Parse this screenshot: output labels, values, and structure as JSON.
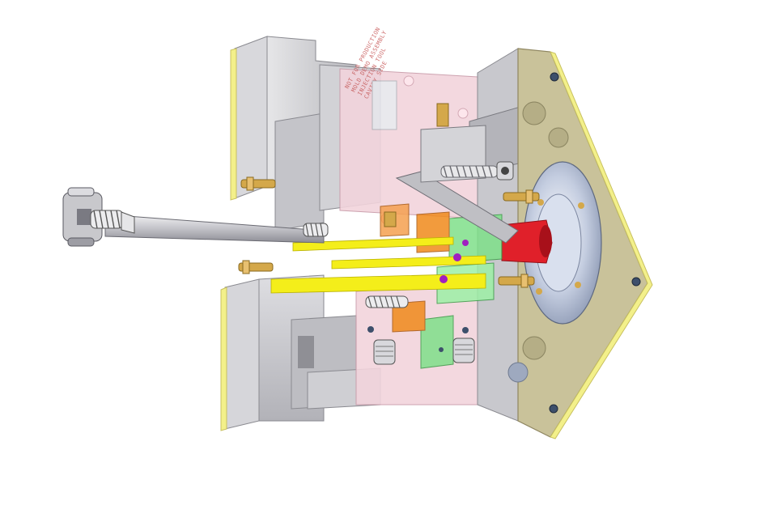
{
  "engraving": {
    "lines": [
      "NOT FOR PRODUCTION",
      "MOLD DEMO ASSEMBLY",
      "INJECTION TOOL",
      "CAVITY SIDE"
    ]
  },
  "colors": {
    "background": "#ffffff",
    "plate_gray": "#c9c9cc",
    "plate_gray_dark": "#9a9aa0",
    "plate_edge_yellow": "#f3f08a",
    "clamp_plate_tan": "#c9c29a",
    "sprue_bushing_red": "#e0202a",
    "runner_yellow": "#f4ee1a",
    "insert_orange": "#f08a1c",
    "slide_green": "#7fe08a",
    "cavity_pink": "#f2d4dc",
    "locating_ring_blue": "#b8c6de",
    "screw_brass": "#d4a84a",
    "highlight_purple": "#a020c0"
  },
  "icons": [
    "ejector-rod-icon",
    "spring-icon",
    "socket-head-screw-icon",
    "leader-pin-icon",
    "locating-ring-icon",
    "sprue-bushing-icon"
  ]
}
